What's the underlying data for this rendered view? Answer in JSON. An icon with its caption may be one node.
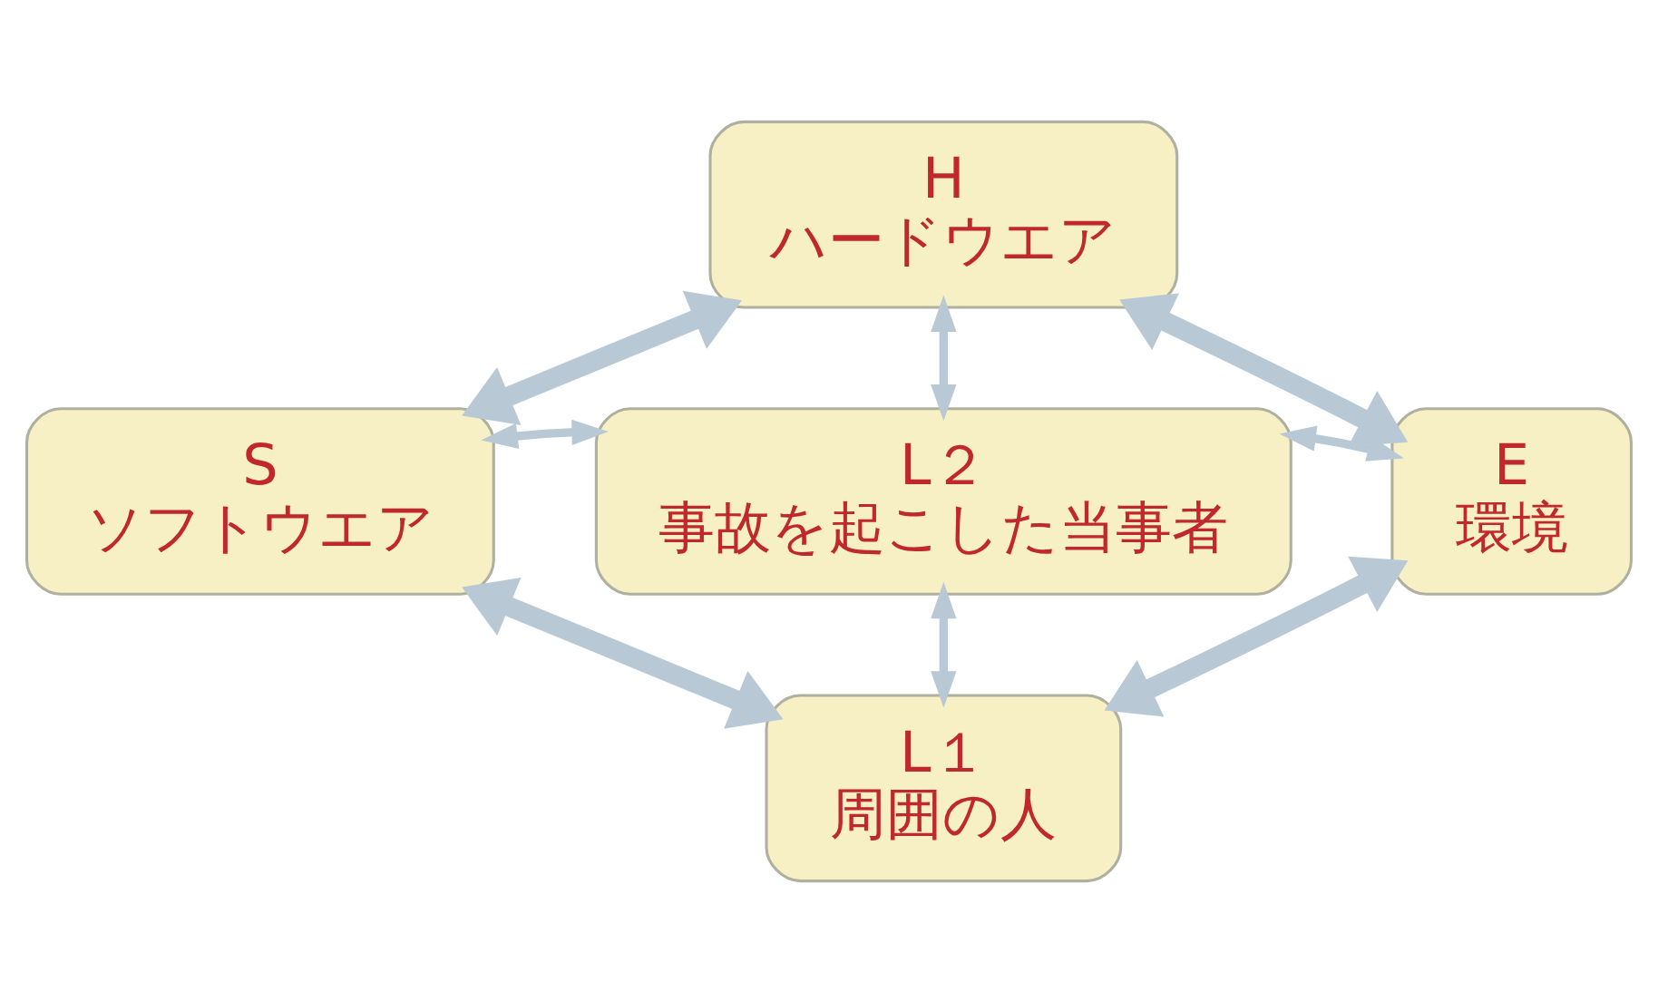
{
  "diagram": {
    "nodes": [
      {
        "text": [
          "H",
          "ハードウエア"
        ]
      },
      {
        "text": [
          "S",
          "ソフトウエア"
        ]
      },
      {
        "text": [
          "L２",
          "事故を起こした当事者"
        ]
      },
      {
        "text": [
          "E",
          "環境"
        ]
      },
      {
        "text": [
          "L１",
          "周囲の人"
        ]
      }
    ],
    "edges": [
      {
        "from": 2,
        "to": 0,
        "arrow": "both"
      },
      {
        "from": 2,
        "to": 1,
        "arrow": "both"
      },
      {
        "from": 2,
        "to": 3,
        "arrow": "both"
      },
      {
        "from": 2,
        "to": 4,
        "arrow": "both"
      },
      {
        "from": 1,
        "to": 0,
        "arrow": "both",
        "style": "thick"
      },
      {
        "from": 0,
        "to": 3,
        "arrow": "both",
        "style": "thick"
      },
      {
        "from": 1,
        "to": 4,
        "arrow": "both",
        "style": "thick"
      },
      {
        "from": 4,
        "to": 3,
        "arrow": "both",
        "style": "thick"
      }
    ]
  }
}
